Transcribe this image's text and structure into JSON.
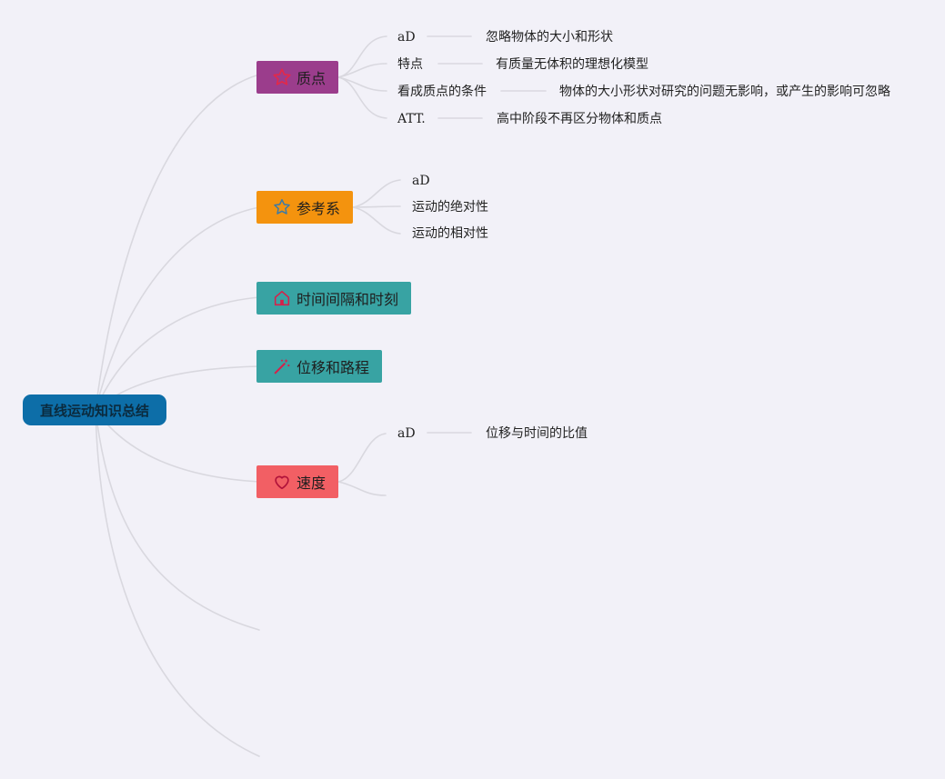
{
  "root": {
    "label": "直线运动知识总结"
  },
  "branches": [
    {
      "label": "质点",
      "color": "#9b3d8c",
      "icon": "star-icon",
      "children": [
        {
          "label": "aD",
          "detail": "忽略物体的大小和形状"
        },
        {
          "label": "特点",
          "detail": "有质量无体积的理想化模型"
        },
        {
          "label": "看成质点的条件",
          "detail": "物体的大小形状对研究的问题无影响，或产生的影响可忽略"
        },
        {
          "label": "ATT.",
          "detail": "高中阶段不再区分物体和质点"
        }
      ]
    },
    {
      "label": "参考系",
      "color": "#f4930e",
      "icon": "star-outline-icon",
      "children": [
        {
          "label": "aD"
        },
        {
          "label": "运动的绝对性"
        },
        {
          "label": "运动的相对性"
        }
      ]
    },
    {
      "label": "时间间隔和时刻",
      "color": "#38a3a3",
      "icon": "home-icon"
    },
    {
      "label": "位移和路程",
      "color": "#38a3a3",
      "icon": "magic-wand-icon"
    },
    {
      "label": "速度",
      "color": "#f25f64",
      "icon": "heart-icon",
      "children": [
        {
          "label": "aD",
          "detail": "位移与时间的比值"
        },
        {
          "label": ""
        }
      ]
    }
  ]
}
